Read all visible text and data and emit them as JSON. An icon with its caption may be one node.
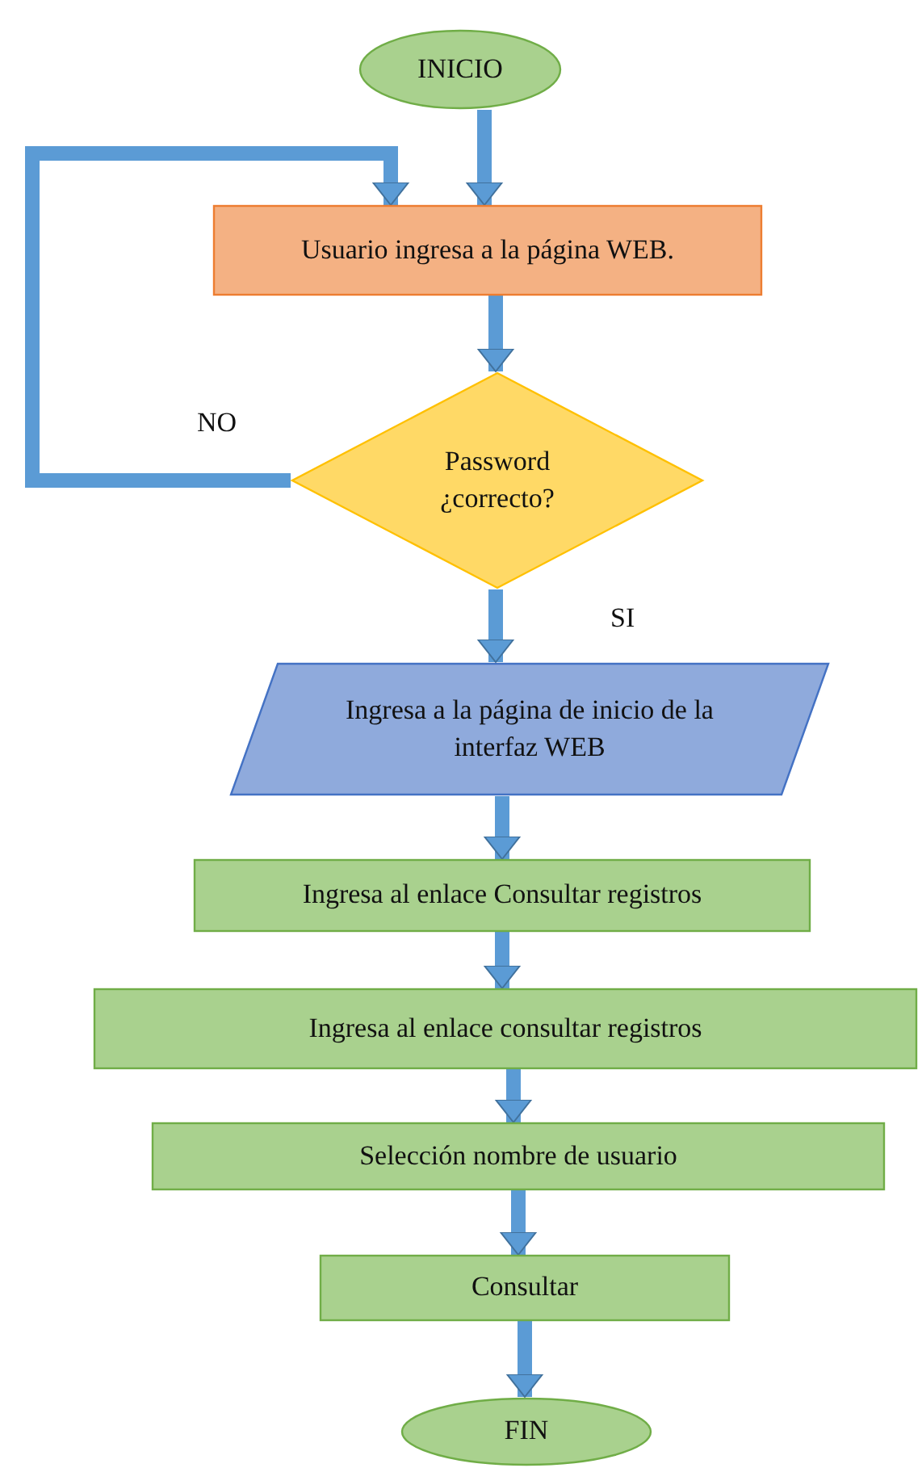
{
  "diagram": {
    "nodes": [
      {
        "text": [
          "INICIO"
        ]
      },
      {
        "text": [
          "Usuario ingresa a la página WEB."
        ]
      },
      {
        "text": [
          "Password ¿correcto?"
        ]
      },
      {
        "text": [
          "Ingresa a la página de inicio de la interfaz WEB"
        ]
      },
      {
        "text": [
          "Ingresa al enlace Consultar registros"
        ]
      },
      {
        "text": [
          "Ingresa al enlace consultar registros"
        ]
      },
      {
        "text": [
          "Selección nombre de usuario"
        ]
      },
      {
        "text": [
          "Consultar"
        ]
      },
      {
        "text": [
          "FIN"
        ]
      }
    ],
    "edges": [
      {
        "from": 0,
        "to": 1,
        "arrow": "to"
      },
      {
        "from": 1,
        "to": 2,
        "arrow": "to"
      },
      {
        "from": 2,
        "to": 1,
        "arrow": "to",
        "label": "NO"
      },
      {
        "from": 2,
        "to": 3,
        "arrow": "to",
        "label": "SI"
      },
      {
        "from": 3,
        "to": 4,
        "arrow": "to"
      },
      {
        "from": 4,
        "to": 5,
        "arrow": "to"
      },
      {
        "from": 5,
        "to": 6,
        "arrow": "to"
      },
      {
        "from": 6,
        "to": 7,
        "arrow": "to"
      },
      {
        "from": 7,
        "to": 8,
        "arrow": "to"
      }
    ]
  }
}
